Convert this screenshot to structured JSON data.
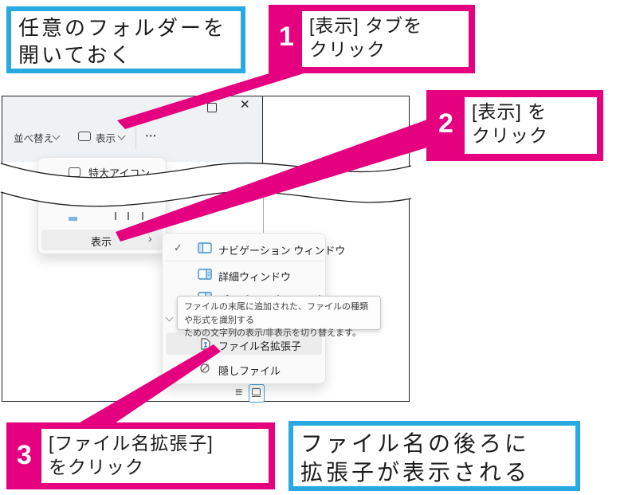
{
  "colors": {
    "accent_pink": "#e4007f",
    "accent_blue": "#29a9e1",
    "menu_icon_blue": "#3d8fd0"
  },
  "callout_open_folder": {
    "text": "任意のフォルダーを\n開いておく"
  },
  "step1": {
    "number": "1",
    "text": "[表示] タブを\nクリック"
  },
  "step2": {
    "number": "2",
    "text": "[表示] を\nクリック"
  },
  "step3": {
    "number": "3",
    "text": "[ファイル名拡張子]\nをクリック"
  },
  "callout_result": {
    "text": "ファイル名の後ろに\n拡張子が表示される"
  },
  "explorer": {
    "titlebar": {
      "close_icon": "✕"
    },
    "toolbar": {
      "sort": "並べ替え",
      "view": "表示",
      "more": "•••",
      "sort_arrow_icon": "↓"
    },
    "menu": {
      "extra_large_icons": "特大アイコン",
      "view": "表示",
      "submenu_arrow": "›"
    },
    "submenu": {
      "checkmark": "✓",
      "items": [
        {
          "label": "ナビゲーション ウィンドウ",
          "checked": true
        },
        {
          "label": "詳細ウィンドウ",
          "checked": false
        },
        {
          "label": "プレビュー ウィンドウ",
          "checked": false
        },
        {
          "label": "ファイル名拡張子",
          "checked": false,
          "highlighted": true
        },
        {
          "label": "隠しファイル",
          "checked": false
        }
      ]
    },
    "tooltip": {
      "text": "ファイルの末尾に追加された、ファイルの種類や形式を識別する\nための文字列の表示/非表示を切り替えます。"
    },
    "statusbar": {
      "list_icon": "≡"
    }
  }
}
